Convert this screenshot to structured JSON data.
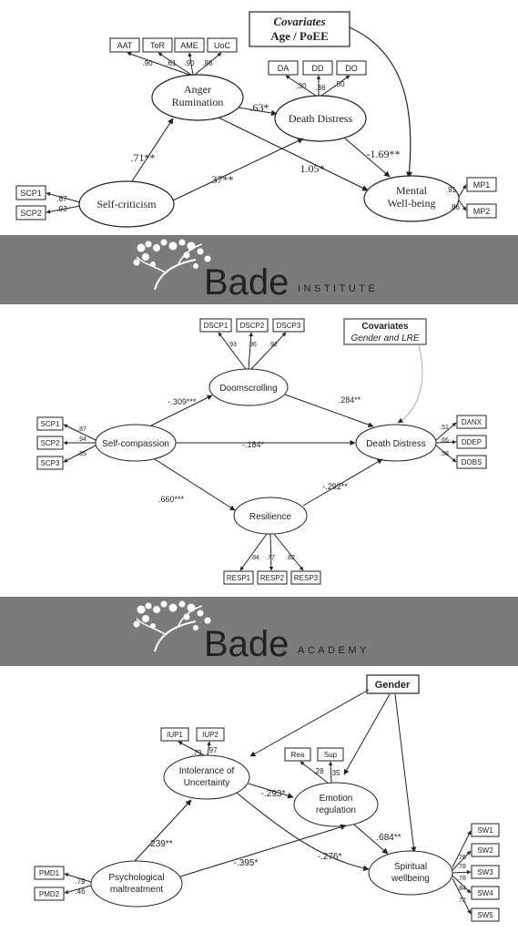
{
  "model1": {
    "covariates_title": "Covariates",
    "covariates_sub": "Age / PoEE",
    "latents": {
      "anger": [
        "Anger",
        "Rumination"
      ],
      "death": [
        "Death Distress"
      ],
      "self_crit": [
        "Self-criticism"
      ],
      "mental": [
        "Mental",
        "Well-being"
      ]
    },
    "indicators": {
      "anger": [
        "AAT",
        "ToR",
        "AME",
        "UoC"
      ],
      "death": [
        "DA",
        "DD",
        "DO"
      ],
      "self_crit": [
        "SCP1",
        "SCP2"
      ],
      "mental": [
        "MP1",
        "MP2"
      ]
    },
    "loadings": {
      "anger": [
        ".90",
        ".61",
        ".90",
        ".86"
      ],
      "death": [
        ".30",
        ".36",
        ".50"
      ],
      "self_crit": [
        ".87",
        ".93"
      ],
      "mental": [
        ".91",
        ".86"
      ]
    },
    "paths": {
      "sc_anger": ".71**",
      "anger_death": ".63*",
      "sc_death": ".37**",
      "anger_mental": "1.05*",
      "death_mental": "-1.69**"
    }
  },
  "banner1": {
    "main": "Bade",
    "sub": "INSTITUTE"
  },
  "model2": {
    "covariates_title": "Covariates",
    "covariates_sub": "Gender and LRE",
    "latents": {
      "doom": "Doomscrolling",
      "selfcomp": "Self-compassion",
      "death": "Death Distress",
      "resil": "Resilience"
    },
    "indicators": {
      "doom": [
        "DSCP1",
        "DSCP2",
        "DSCP3"
      ],
      "selfcomp": [
        "SCP1",
        "SCP2",
        "SCP3"
      ],
      "death": [
        "DANX",
        "DDEP",
        "DOBS"
      ],
      "resil": [
        "RESP1",
        "RESP2",
        "RESP3"
      ]
    },
    "loadings": {
      "doom": [
        ".93",
        ".96",
        ".92"
      ],
      "selfcomp": [
        ".87",
        ".94",
        ".85"
      ],
      "death": [
        ".51",
        ".66",
        ".58"
      ],
      "resil": [
        ".84",
        ".77",
        ".82"
      ]
    },
    "paths": {
      "sc_doom": "-.309***",
      "doom_death": ".284**",
      "sc_death": "-.184*",
      "sc_resil": ".660***",
      "resil_death": "-.292**"
    }
  },
  "banner2": {
    "main": "Bade",
    "sub": "ACADEMY"
  },
  "model3": {
    "gender": "Gender",
    "latents": {
      "iu": [
        "Intolerance of",
        "Uncertainty"
      ],
      "er": [
        "Emotion",
        "regulation"
      ],
      "pm": [
        "Psychological",
        "maltreatment"
      ],
      "sw": [
        "Spiritual",
        "wellbeing"
      ]
    },
    "indicators": {
      "iu": [
        "IUP1",
        "IUP2"
      ],
      "er": [
        "Rea",
        "Sup"
      ],
      "pm": [
        "PMD1",
        "PMD2"
      ],
      "sw": [
        "SW1",
        "SW2",
        "SW3",
        "SW4",
        "SW5"
      ]
    },
    "loadings": {
      "iu": [
        ".79",
        ".97"
      ],
      "er": [
        ".28",
        ".35"
      ],
      "pm": [
        ".79",
        ".46"
      ],
      "sw": [
        ".76",
        ".78",
        ".78",
        ".84",
        ".72"
      ]
    },
    "paths": {
      "pm_iu": ".239**",
      "iu_er": "-.293*",
      "pm_er": "-.395*",
      "er_sw": ".684**",
      "iu_sw": "-.276*"
    }
  }
}
